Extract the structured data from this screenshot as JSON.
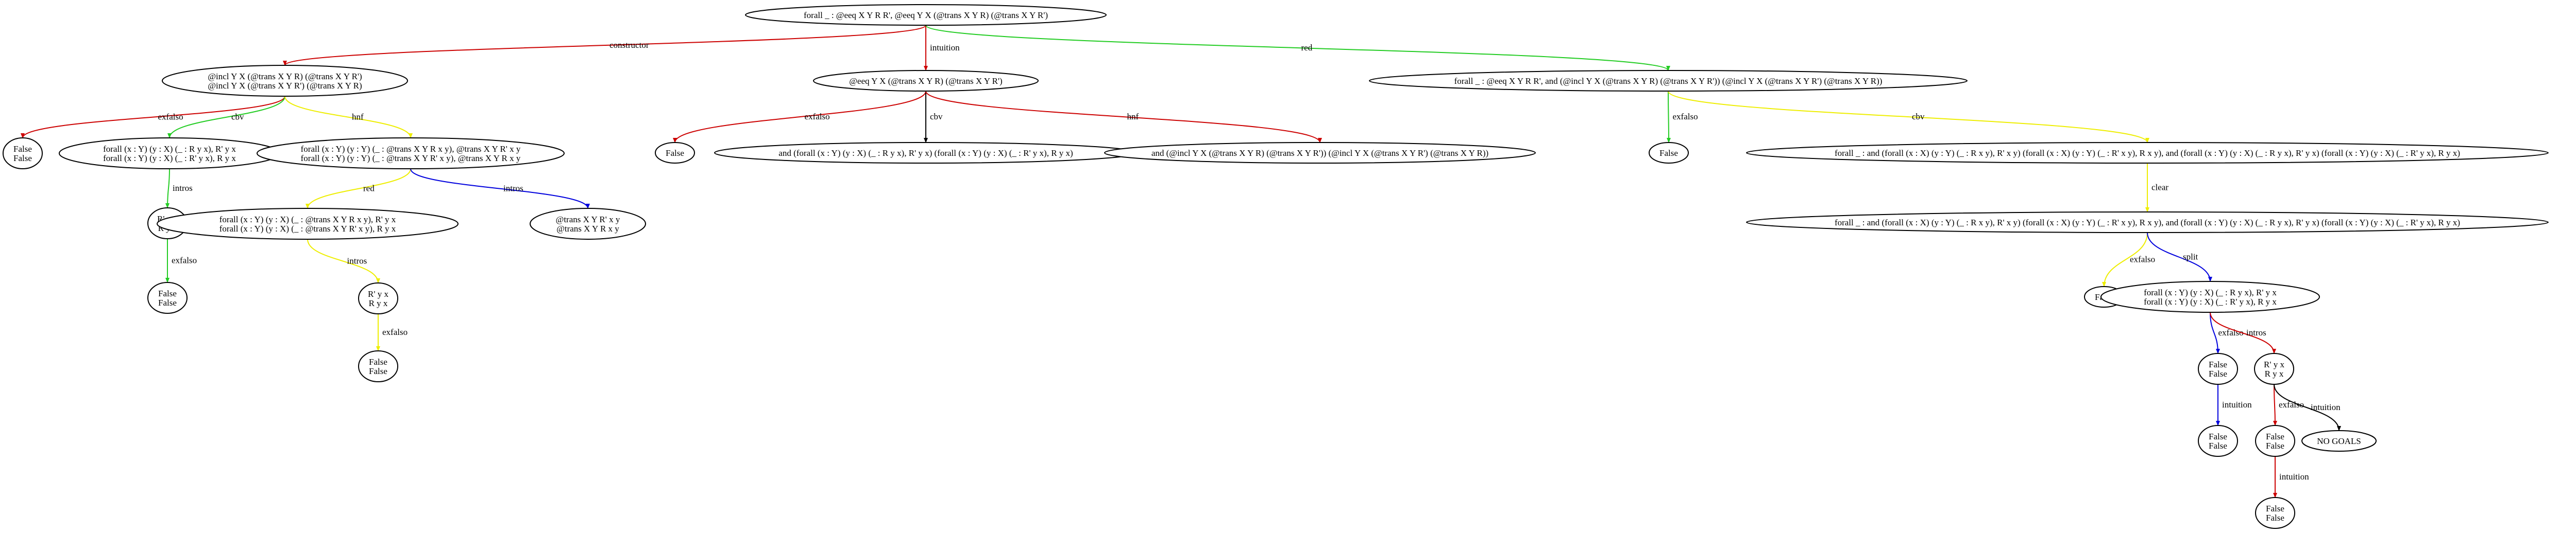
{
  "colors": {
    "red": "#cc0000",
    "green": "#22cc22",
    "yellow": "#eeee00",
    "blue": "#0000dd",
    "black": "#000000"
  },
  "nodes": [
    {
      "id": "root",
      "lines": [
        "forall _ : @eeq X Y R R', @eeq Y X (@trans X Y R) (@trans X Y R')"
      ]
    },
    {
      "id": "n1",
      "lines": [
        "@incl Y X (@trans X Y R) (@trans X Y R')",
        "@incl Y X (@trans X Y R') (@trans X Y R)"
      ]
    },
    {
      "id": "n1f",
      "lines": [
        "False",
        "False"
      ]
    },
    {
      "id": "n1a",
      "lines": [
        "forall (x : Y) (y : X) (_ : R y x), R' y x",
        "forall (x : Y) (y : X) (_ : R' y x), R y x"
      ]
    },
    {
      "id": "n1a1",
      "lines": [
        "R' y x",
        "R y x"
      ]
    },
    {
      "id": "n1a2",
      "lines": [
        "False",
        "False"
      ]
    },
    {
      "id": "n1b",
      "lines": [
        "forall (x : Y) (y : Y) (_ : @trans X Y R x y), @trans X Y R' x y",
        "forall (x : Y) (y : Y) (_ : @trans X Y R' x y), @trans X Y R x y"
      ]
    },
    {
      "id": "n1b1",
      "lines": [
        "forall (x : Y) (y : X) (_ : @trans X Y R x y), R' y x",
        "forall (x : Y) (y : X) (_ : @trans X Y R' x y), R y x"
      ]
    },
    {
      "id": "n1b2",
      "lines": [
        "@trans X Y R' x y",
        "@trans X Y R x y"
      ]
    },
    {
      "id": "n1b1a",
      "lines": [
        "R' y x",
        "R y x"
      ]
    },
    {
      "id": "n1b1b",
      "lines": [
        "False",
        "False"
      ]
    },
    {
      "id": "n2",
      "lines": [
        "@eeq Y X (@trans X Y R) (@trans X Y R')"
      ]
    },
    {
      "id": "n2f",
      "lines": [
        "False"
      ]
    },
    {
      "id": "n2a",
      "lines": [
        "and (forall (x : Y) (y : X) (_ : R y x), R' y x) (forall (x : Y) (y : X) (_ : R' y x), R y x)"
      ]
    },
    {
      "id": "n2b",
      "lines": [
        "and (@incl Y X (@trans X Y R) (@trans X Y R')) (@incl Y X (@trans X Y R') (@trans X Y R))"
      ]
    },
    {
      "id": "n3",
      "lines": [
        "forall _ : @eeq X Y R R', and (@incl Y X (@trans X Y R) (@trans X Y R')) (@incl Y X (@trans X Y R') (@trans X Y R))"
      ]
    },
    {
      "id": "n3f",
      "lines": [
        "False"
      ]
    },
    {
      "id": "n3a",
      "lines": [
        "forall _ : and (forall (x : X) (y : Y) (_ : R x y), R' x y) (forall (x : X) (y : Y) (_ : R' x y), R x y), and (forall (x : Y) (y : X) (_ : R y x), R' y x) (forall (x : Y) (y : X) (_ : R' y x), R y x)"
      ]
    },
    {
      "id": "n3b",
      "lines": [
        "forall _ : and (forall (x : X) (y : Y) (_ : R x y), R' x y) (forall (x : X) (y : Y) (_ : R' x y), R x y), and (forall (x : Y) (y : X) (_ : R y x), R' y x) (forall (x : Y) (y : X) (_ : R' y x), R y x)"
      ]
    },
    {
      "id": "n3bf",
      "lines": [
        "False"
      ]
    },
    {
      "id": "n3c",
      "lines": [
        "forall (x : Y) (y : X) (_ : R y x), R' y x",
        "forall (x : Y) (y : X) (_ : R' y x), R y x"
      ]
    },
    {
      "id": "n3c1",
      "lines": [
        "False",
        "False"
      ]
    },
    {
      "id": "n3c2",
      "lines": [
        "R' y x",
        "R y x"
      ]
    },
    {
      "id": "n3c1a",
      "lines": [
        "False",
        "False"
      ]
    },
    {
      "id": "n3c2a",
      "lines": [
        "False",
        "False"
      ]
    },
    {
      "id": "n3c2b",
      "lines": [
        "NO GOALS"
      ]
    },
    {
      "id": "n3c2a1",
      "lines": [
        "False",
        "False"
      ]
    }
  ],
  "edges": [
    {
      "from": "root",
      "to": "n1",
      "label": "constructor",
      "color": "red"
    },
    {
      "from": "root",
      "to": "n2",
      "label": "intuition",
      "color": "red"
    },
    {
      "from": "root",
      "to": "n3",
      "label": "red",
      "color": "green"
    },
    {
      "from": "n1",
      "to": "n1f",
      "label": "exfalso",
      "color": "red"
    },
    {
      "from": "n1",
      "to": "n1a",
      "label": "cbv",
      "color": "green"
    },
    {
      "from": "n1",
      "to": "n1b",
      "label": "hnf",
      "color": "yellow"
    },
    {
      "from": "n1a",
      "to": "n1a1",
      "label": "intros",
      "color": "green"
    },
    {
      "from": "n1a1",
      "to": "n1a2",
      "label": "exfalso",
      "color": "green"
    },
    {
      "from": "n1b",
      "to": "n1b1",
      "label": "red",
      "color": "yellow"
    },
    {
      "from": "n1b",
      "to": "n1b2",
      "label": "intros",
      "color": "blue"
    },
    {
      "from": "n1b1",
      "to": "n1b1a",
      "label": "intros",
      "color": "yellow"
    },
    {
      "from": "n1b1a",
      "to": "n1b1b",
      "label": "exfalso",
      "color": "yellow"
    },
    {
      "from": "n2",
      "to": "n2f",
      "label": "exfalso",
      "color": "red"
    },
    {
      "from": "n2",
      "to": "n2a",
      "label": "cbv",
      "color": "black"
    },
    {
      "from": "n2",
      "to": "n2b",
      "label": "hnf",
      "color": "red"
    },
    {
      "from": "n3",
      "to": "n3f",
      "label": "exfalso",
      "color": "green"
    },
    {
      "from": "n3",
      "to": "n3a",
      "label": "cbv",
      "color": "yellow"
    },
    {
      "from": "n3a",
      "to": "n3b",
      "label": "clear",
      "color": "yellow"
    },
    {
      "from": "n3b",
      "to": "n3bf",
      "label": "exfalso",
      "color": "yellow"
    },
    {
      "from": "n3b",
      "to": "n3c",
      "label": "split",
      "color": "blue"
    },
    {
      "from": "n3c",
      "to": "n3c1",
      "label": "exfalso",
      "color": "blue"
    },
    {
      "from": "n3c",
      "to": "n3c2",
      "label": "intros",
      "color": "red"
    },
    {
      "from": "n3c1",
      "to": "n3c1a",
      "label": "intuition",
      "color": "blue"
    },
    {
      "from": "n3c2",
      "to": "n3c2a",
      "label": "exfalso",
      "color": "red"
    },
    {
      "from": "n3c2",
      "to": "n3c2b",
      "label": "intuition",
      "color": "black"
    },
    {
      "from": "n3c2a",
      "to": "n3c2a1",
      "label": "intuition",
      "color": "red"
    }
  ]
}
